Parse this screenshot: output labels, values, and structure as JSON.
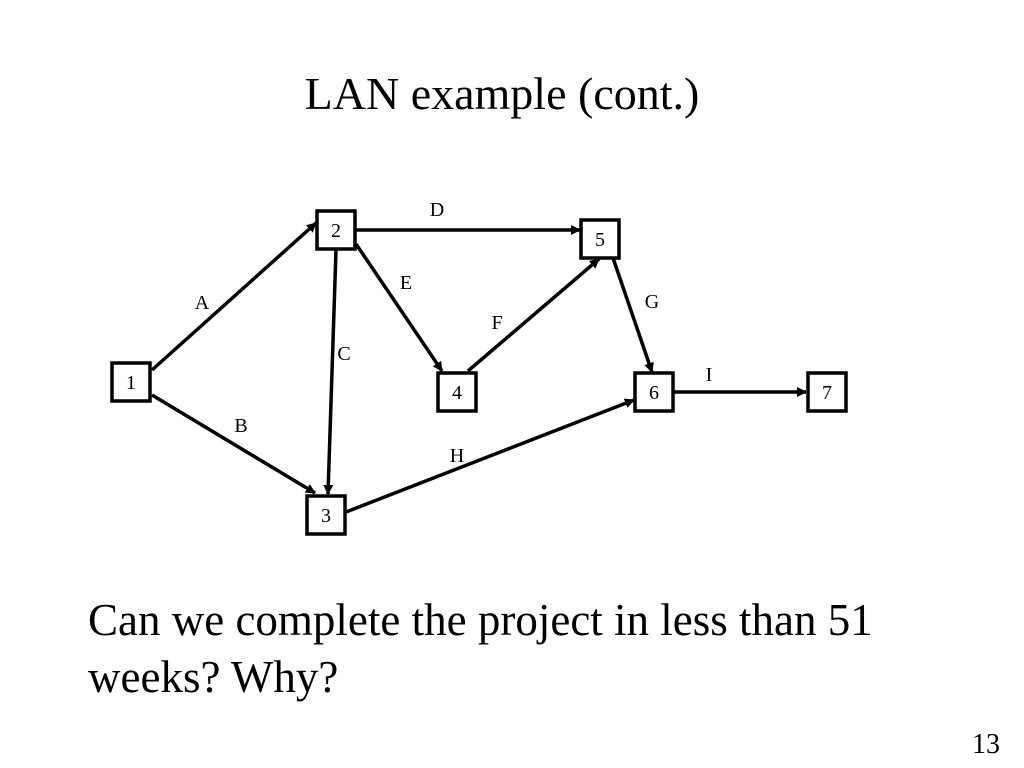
{
  "slide": {
    "title": "LAN example (cont.)",
    "question": "Can we complete the project in less than 51 weeks? Why?",
    "page_number": "13"
  },
  "diagram": {
    "nodes": [
      {
        "id": "1",
        "label": "1"
      },
      {
        "id": "2",
        "label": "2"
      },
      {
        "id": "3",
        "label": "3"
      },
      {
        "id": "4",
        "label": "4"
      },
      {
        "id": "5",
        "label": "5"
      },
      {
        "id": "6",
        "label": "6"
      },
      {
        "id": "7",
        "label": "7"
      }
    ],
    "edges": [
      {
        "label": "A",
        "from": "1",
        "to": "2"
      },
      {
        "label": "B",
        "from": "1",
        "to": "3"
      },
      {
        "label": "C",
        "from": "2",
        "to": "3"
      },
      {
        "label": "D",
        "from": "2",
        "to": "5"
      },
      {
        "label": "E",
        "from": "2",
        "to": "4"
      },
      {
        "label": "F",
        "from": "4",
        "to": "5"
      },
      {
        "label": "G",
        "from": "5",
        "to": "6"
      },
      {
        "label": "H",
        "from": "3",
        "to": "6"
      },
      {
        "label": "I",
        "from": "6",
        "to": "7"
      }
    ]
  },
  "colors": {
    "foreground": "#000000",
    "background": "#ffffff"
  }
}
